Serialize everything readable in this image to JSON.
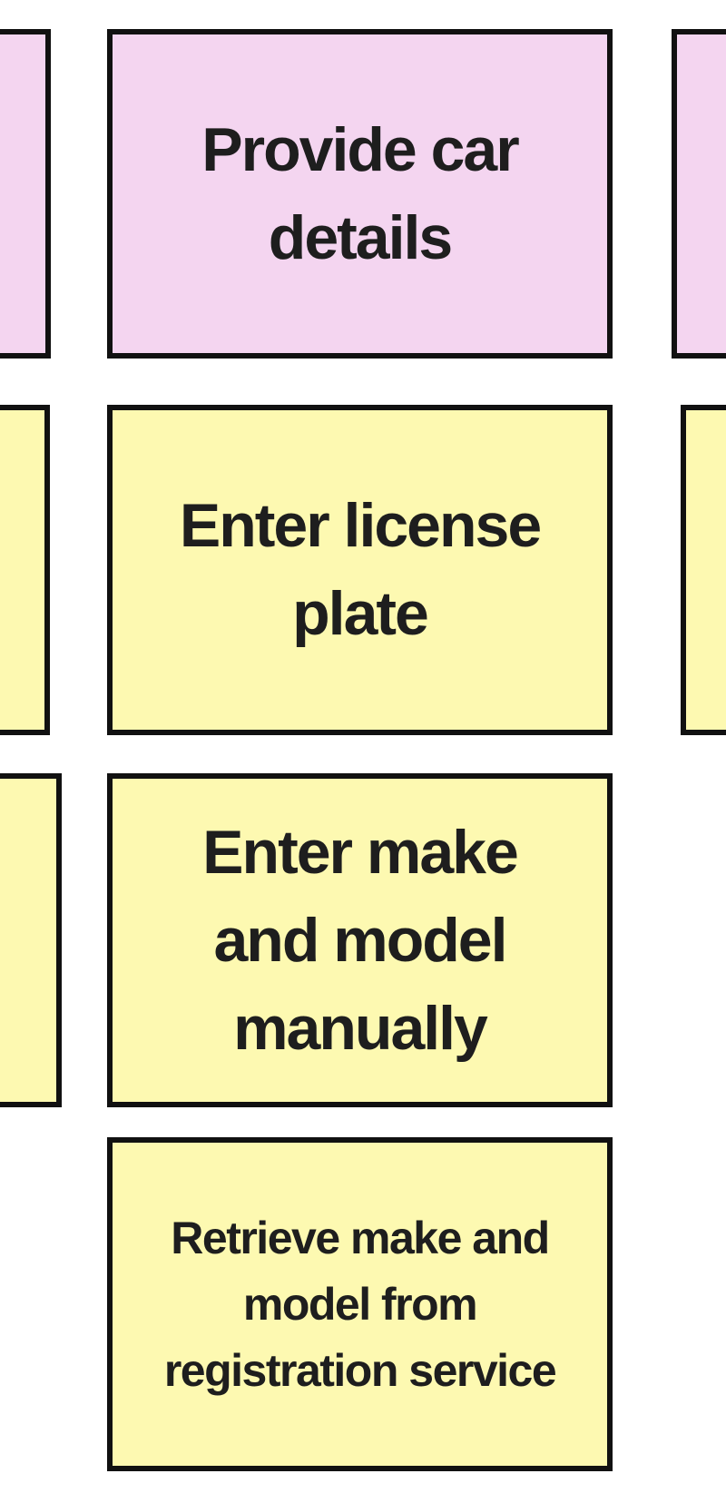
{
  "board": {
    "background_color": "#ffffff",
    "card_border_color": "#111111",
    "text_color": "#1e1e1e",
    "palette": {
      "pink": "#f4d5f0",
      "yellow": "#fdf9b1"
    },
    "rows": [
      {
        "color_name": "pink",
        "left_partial_card": {
          "visible": true
        },
        "center_card": {
          "label": "Provide car\ndetails"
        },
        "right_partial_card": {
          "visible": true
        }
      },
      {
        "color_name": "yellow",
        "left_partial_card": {
          "visible": true
        },
        "center_card": {
          "label": "Enter license\nplate"
        },
        "right_partial_card": {
          "visible": true
        }
      },
      {
        "color_name": "yellow",
        "left_partial_card": {
          "visible": true
        },
        "center_card": {
          "label": "Enter make\nand model\nmanually"
        },
        "right_partial_card": {
          "visible": false
        }
      },
      {
        "color_name": "yellow",
        "left_partial_card": {
          "visible": false
        },
        "center_card": {
          "label": "Retrieve make and\nmodel from\nregistration service"
        },
        "right_partial_card": {
          "visible": false
        }
      }
    ]
  }
}
